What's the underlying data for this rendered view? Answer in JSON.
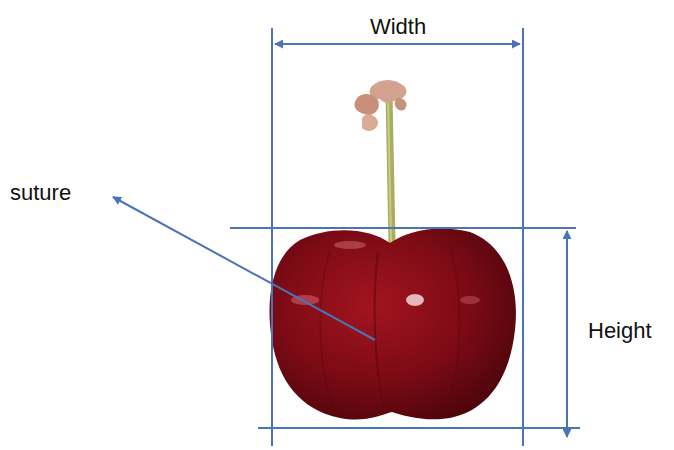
{
  "diagram": {
    "labels": [
      "Width",
      "suture",
      "Height"
    ]
  }
}
